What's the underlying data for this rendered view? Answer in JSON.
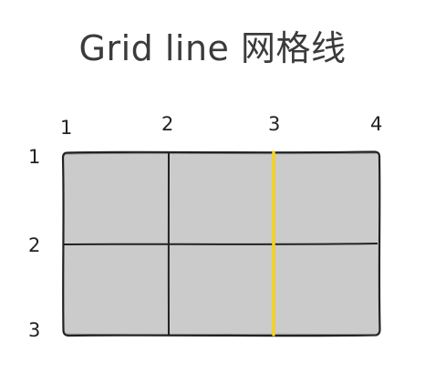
{
  "title": "Grid line 网格线",
  "column_lines": [
    "1",
    "2",
    "3",
    "4"
  ],
  "row_lines": [
    "1",
    "2",
    "3"
  ],
  "colors": {
    "cell_fill": "#cbcbcb",
    "line": "#222222",
    "highlight_line": "#f5d31a"
  },
  "highlighted_column_line": "3"
}
